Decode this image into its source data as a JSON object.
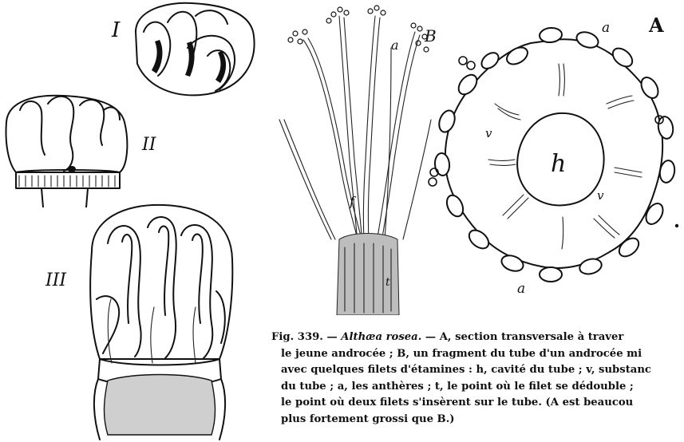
{
  "figure": {
    "labels": {
      "fig_I": "I",
      "fig_II": "II",
      "fig_III": "III",
      "fig_B": "B",
      "fig_A": "A",
      "a_upper": "a",
      "a_lower": "a",
      "a_B": "a",
      "h": "h",
      "v_left": "v",
      "v_right": "v",
      "f": "f",
      "t": "t"
    },
    "caption": {
      "prefix": "Fig. 339. — ",
      "species": "Althæa rosea",
      "dash": ". — ",
      "lines": [
        "A, section transversale à traver",
        "le jeune androcée ; B, un fragment du tube d'un androcée mi",
        "avec quelques filets d'étamines : h, cavité du tube ; v, substanc",
        "du tube ; a, les anthères ; t, le point où le  filet se dédouble ;",
        "le point où deux filets s'insèrent sur le tube. (A est beaucou",
        "plus fortement grossi que B.)"
      ]
    }
  }
}
